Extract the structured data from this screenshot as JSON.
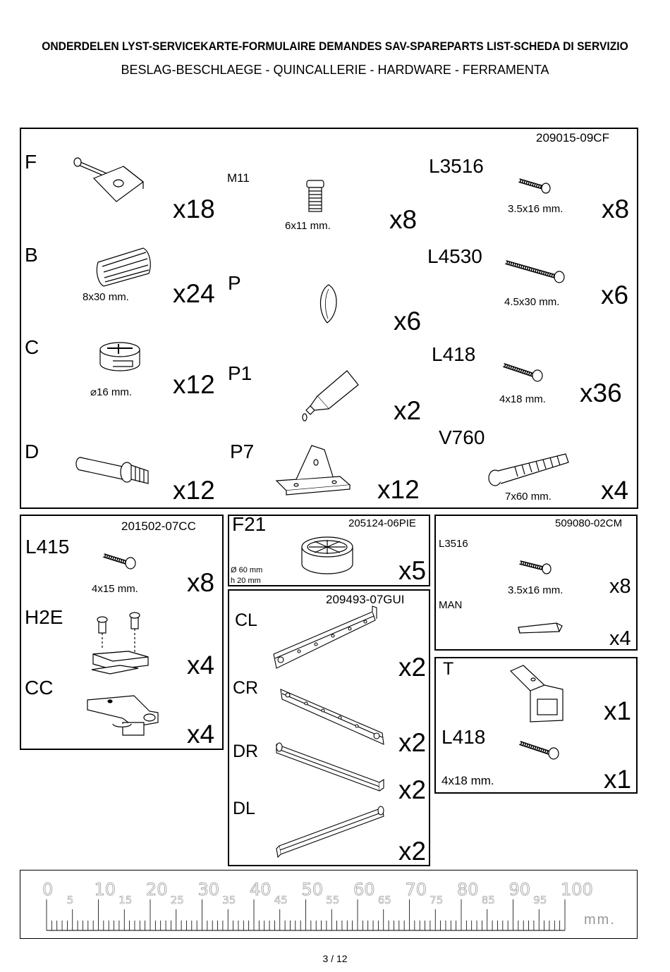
{
  "header": {
    "title": "ONDERDELEN LYST-SERVICEKARTE-FORMULAIRE DEMANDES SAV-SPAREPARTS LIST-SCHEDA DI SERVIZIO",
    "subtitle": "BESLAG-BESCHLAEGE - QUINCALLERIE - HARDWARE - FERRAMENTA"
  },
  "main_box": {
    "code": "209015-09CF",
    "parts": {
      "F": {
        "label": "F",
        "qty": "x18"
      },
      "M11": {
        "label": "M11",
        "dim": "6x11 mm.",
        "qty": "x8"
      },
      "L3516": {
        "label": "L3516",
        "dim": "3.5x16 mm.",
        "qty": "x8"
      },
      "B": {
        "label": "B",
        "dim": "8x30 mm.",
        "qty": "x24"
      },
      "P": {
        "label": "P",
        "qty": "x6"
      },
      "L4530": {
        "label": "L4530",
        "dim": "4.5x30 mm.",
        "qty": "x6"
      },
      "C": {
        "label": "C",
        "dim": "⌀16 mm.",
        "qty": "x12"
      },
      "P1": {
        "label": "P1",
        "qty": "x2"
      },
      "L418": {
        "label": "L418",
        "dim": "4x18 mm.",
        "qty": "x36"
      },
      "D": {
        "label": "D",
        "qty": "x12"
      },
      "P7": {
        "label": "P7",
        "qty": "x12"
      },
      "V760": {
        "label": "V760",
        "dim": "7x60 mm.",
        "qty": "x4"
      }
    }
  },
  "box_cc": {
    "code": "201502-07CC",
    "L415": {
      "label": "L415",
      "dim": "4x15 mm.",
      "qty": "x8"
    },
    "H2E": {
      "label": "H2E",
      "qty": "x4"
    },
    "CC": {
      "label": "CC",
      "qty": "x4"
    }
  },
  "box_pie": {
    "label": "F21",
    "code": "205124-06PIE",
    "dim1": "Ø 60 mm",
    "dim2": "h 20 mm",
    "qty": "x5"
  },
  "box_gui": {
    "code": "209493-07GUI",
    "CL": {
      "label": "CL",
      "qty": "x2"
    },
    "CR": {
      "label": "CR",
      "qty": "x2"
    },
    "DR": {
      "label": "DR",
      "qty": "x2"
    },
    "DL": {
      "label": "DL",
      "qty": "x2"
    }
  },
  "box_cm": {
    "code": "509080-02CM",
    "L3516": {
      "label": "L3516",
      "dim": "3.5x16 mm.",
      "qty": "x8"
    },
    "MAN": {
      "label": "MAN",
      "qty": "x4"
    }
  },
  "box_t": {
    "T": {
      "label": "T",
      "qty": "x1"
    },
    "L418": {
      "label": "L418",
      "dim": "4x18 mm.",
      "qty": "x1"
    }
  },
  "ruler": {
    "major": [
      "0",
      "10",
      "20",
      "30",
      "40",
      "50",
      "60",
      "70",
      "80",
      "90",
      "100"
    ],
    "minor": [
      "5",
      "15",
      "25",
      "35",
      "45",
      "55",
      "65",
      "75",
      "85",
      "95"
    ],
    "unit": "mm."
  },
  "footer": {
    "page": "3 / 12"
  }
}
